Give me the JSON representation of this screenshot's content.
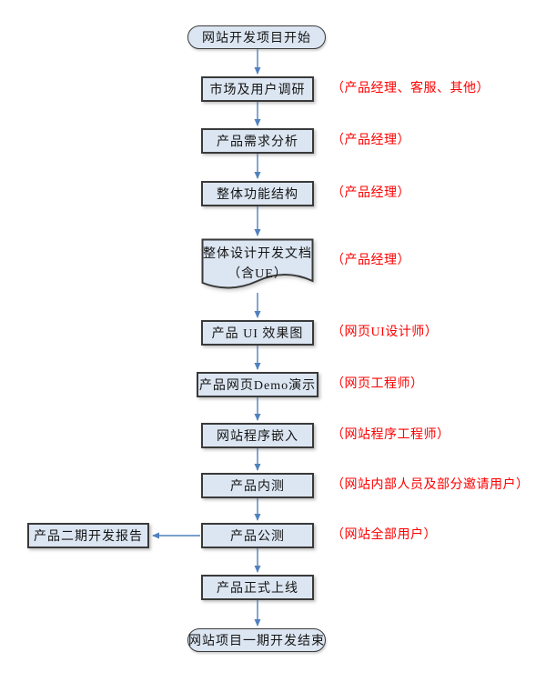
{
  "colors": {
    "node_fill": "#dce6f2",
    "node_border": "#3a3a3a",
    "connector": "#4f81bd",
    "annotation_text": "#fe0000",
    "background": "#ffffff"
  },
  "flow": {
    "nodes": [
      {
        "type": "terminator",
        "label": "网站开发项目开始"
      },
      {
        "type": "process",
        "label": "市场及用户调研",
        "annotation": "（产品经理、客服、其他）"
      },
      {
        "type": "process",
        "label": "产品需求分析",
        "annotation": "（产品经理）"
      },
      {
        "type": "process",
        "label": "整体功能结构",
        "annotation": "（产品经理）"
      },
      {
        "type": "document",
        "label": "整体设计开发文档",
        "label_line2": "（含UE）",
        "annotation": "（产品经理）"
      },
      {
        "type": "process",
        "label": "产品 UI 效果图",
        "annotation": "（网页UI设计师）"
      },
      {
        "type": "process",
        "label": "产品网页Demo演示",
        "annotation": "（网页工程师）"
      },
      {
        "type": "process",
        "label": "网站程序嵌入",
        "annotation": "（网站程序工程师）"
      },
      {
        "type": "process",
        "label": "产品内测",
        "annotation": "（网站内部人员及部分邀请用户）"
      },
      {
        "type": "process",
        "label": "产品公测",
        "annotation": "（网站全部用户）"
      },
      {
        "type": "process",
        "label": "产品二期开发报告"
      },
      {
        "type": "process",
        "label": "产品正式上线"
      },
      {
        "type": "terminator",
        "label": "网站项目一期开发结束"
      }
    ]
  }
}
